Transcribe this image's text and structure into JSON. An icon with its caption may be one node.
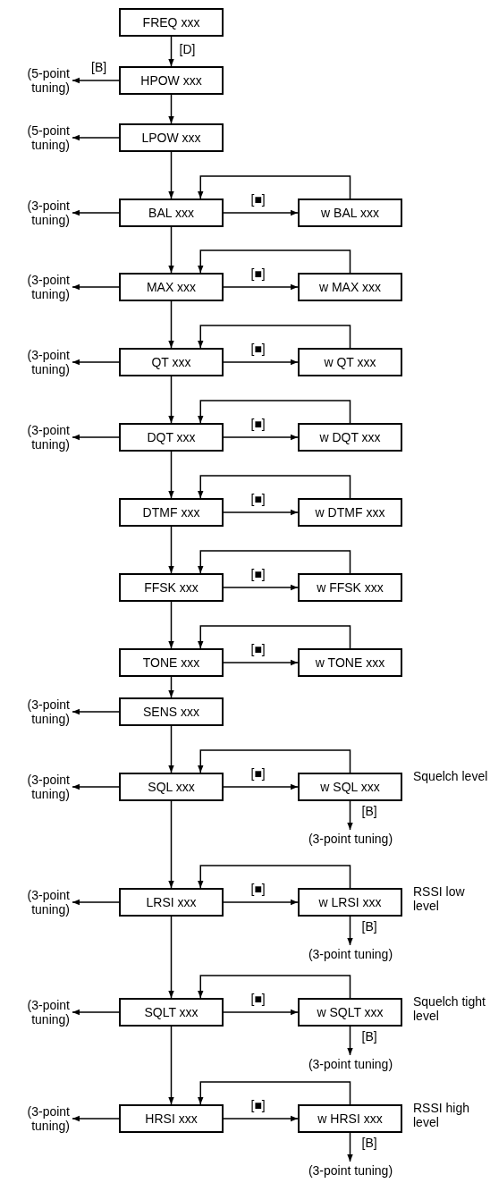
{
  "diagram": {
    "nodes": [
      {
        "text": [
          "FREQ xxx"
        ]
      },
      {
        "text": [
          "(5-point tuning)"
        ]
      },
      {
        "text": [
          "HPOW xxx"
        ]
      },
      {
        "text": [
          "(5-point tuning)"
        ]
      },
      {
        "text": [
          "LPOW xxx"
        ]
      },
      {
        "text": [
          "(3-point tuning)"
        ]
      },
      {
        "text": [
          "BAL xxx"
        ]
      },
      {
        "text": [
          "w BAL xxx"
        ]
      },
      {
        "text": [
          "(3-point tuning)"
        ]
      },
      {
        "text": [
          "MAX xxx"
        ]
      },
      {
        "text": [
          "w MAX xxx"
        ]
      },
      {
        "text": [
          "(3-point tuning)"
        ]
      },
      {
        "text": [
          "QT xxx"
        ]
      },
      {
        "text": [
          "w QT xxx"
        ]
      },
      {
        "text": [
          "(3-point tuning)"
        ]
      },
      {
        "text": [
          "DQT xxx"
        ]
      },
      {
        "text": [
          "w DQT xxx"
        ]
      },
      {
        "text": [
          "DTMF xxx"
        ]
      },
      {
        "text": [
          "w DTMF xxx"
        ]
      },
      {
        "text": [
          "FFSK xxx"
        ]
      },
      {
        "text": [
          "w FFSK xxx"
        ]
      },
      {
        "text": [
          "TONE xxx"
        ]
      },
      {
        "text": [
          "w TONE xxx"
        ]
      },
      {
        "text": [
          "(3-point tuning)"
        ]
      },
      {
        "text": [
          "SENS xxx"
        ]
      },
      {
        "text": [
          "(3-point tuning)"
        ]
      },
      {
        "text": [
          "SQL xxx"
        ]
      },
      {
        "text": [
          "w SQL xxx"
        ],
        "beside": [
          "Squelch level"
        ]
      },
      {
        "text": [
          "(3-point tuning)"
        ]
      },
      {
        "text": [
          "(3-point tuning)"
        ]
      },
      {
        "text": [
          "LRSI xxx"
        ]
      },
      {
        "text": [
          "w LRSI xxx"
        ],
        "beside": [
          "RSSI low level"
        ]
      },
      {
        "text": [
          "(3-point tuning)"
        ]
      },
      {
        "text": [
          "(3-point tuning)"
        ]
      },
      {
        "text": [
          "SQLT xxx"
        ]
      },
      {
        "text": [
          "w SQLT xxx"
        ],
        "beside": [
          "Squelch tight level"
        ]
      },
      {
        "text": [
          "(3-point tuning)"
        ]
      },
      {
        "text": [
          "(3-point tuning)"
        ]
      },
      {
        "text": [
          "HRSI xxx"
        ]
      },
      {
        "text": [
          "w HRSI xxx"
        ],
        "beside": [
          "RSSI high level"
        ]
      },
      {
        "text": [
          "(3-point tuning)"
        ]
      }
    ],
    "edges": [
      {
        "from": 0,
        "to": 2,
        "arrow": "to",
        "label": "[D]"
      },
      {
        "from": 2,
        "to": 1,
        "arrow": "to",
        "label": "[B]"
      },
      {
        "from": 2,
        "to": 4,
        "arrow": "to"
      },
      {
        "from": 4,
        "to": 3,
        "arrow": "to"
      },
      {
        "from": 4,
        "to": 6,
        "arrow": "to"
      },
      {
        "from": 6,
        "to": 5,
        "arrow": "to"
      },
      {
        "from": 6,
        "to": 7,
        "arrow": "to",
        "label": "[■]"
      },
      {
        "from": 7,
        "to": 6,
        "arrow": "to"
      },
      {
        "from": 6,
        "to": 9,
        "arrow": "to"
      },
      {
        "from": 9,
        "to": 8,
        "arrow": "to"
      },
      {
        "from": 9,
        "to": 10,
        "arrow": "to",
        "label": "[■]"
      },
      {
        "from": 10,
        "to": 9,
        "arrow": "to"
      },
      {
        "from": 9,
        "to": 12,
        "arrow": "to"
      },
      {
        "from": 12,
        "to": 11,
        "arrow": "to"
      },
      {
        "from": 12,
        "to": 13,
        "arrow": "to",
        "label": "[■]"
      },
      {
        "from": 13,
        "to": 12,
        "arrow": "to"
      },
      {
        "from": 12,
        "to": 15,
        "arrow": "to"
      },
      {
        "from": 15,
        "to": 14,
        "arrow": "to"
      },
      {
        "from": 15,
        "to": 16,
        "arrow": "to",
        "label": "[■]"
      },
      {
        "from": 16,
        "to": 15,
        "arrow": "to"
      },
      {
        "from": 15,
        "to": 17,
        "arrow": "to"
      },
      {
        "from": 17,
        "to": 18,
        "arrow": "to",
        "label": "[■]"
      },
      {
        "from": 18,
        "to": 17,
        "arrow": "to"
      },
      {
        "from": 17,
        "to": 19,
        "arrow": "to"
      },
      {
        "from": 19,
        "to": 20,
        "arrow": "to",
        "label": "[■]"
      },
      {
        "from": 20,
        "to": 19,
        "arrow": "to"
      },
      {
        "from": 19,
        "to": 21,
        "arrow": "to"
      },
      {
        "from": 21,
        "to": 22,
        "arrow": "to",
        "label": "[■]"
      },
      {
        "from": 22,
        "to": 21,
        "arrow": "to"
      },
      {
        "from": 21,
        "to": 24,
        "arrow": "to"
      },
      {
        "from": 24,
        "to": 23,
        "arrow": "to"
      },
      {
        "from": 24,
        "to": 26,
        "arrow": "to"
      },
      {
        "from": 26,
        "to": 25,
        "arrow": "to"
      },
      {
        "from": 26,
        "to": 27,
        "arrow": "to",
        "label": "[■]"
      },
      {
        "from": 27,
        "to": 26,
        "arrow": "to"
      },
      {
        "from": 27,
        "to": 28,
        "arrow": "to",
        "label": "[B]"
      },
      {
        "from": 26,
        "to": 30,
        "arrow": "to"
      },
      {
        "from": 30,
        "to": 29,
        "arrow": "to"
      },
      {
        "from": 30,
        "to": 31,
        "arrow": "to",
        "label": "[■]"
      },
      {
        "from": 31,
        "to": 30,
        "arrow": "to"
      },
      {
        "from": 31,
        "to": 32,
        "arrow": "to",
        "label": "[B]"
      },
      {
        "from": 30,
        "to": 34,
        "arrow": "to"
      },
      {
        "from": 34,
        "to": 33,
        "arrow": "to"
      },
      {
        "from": 34,
        "to": 35,
        "arrow": "to",
        "label": "[■]"
      },
      {
        "from": 35,
        "to": 34,
        "arrow": "to"
      },
      {
        "from": 35,
        "to": 36,
        "arrow": "to",
        "label": "[B]"
      },
      {
        "from": 34,
        "to": 38,
        "arrow": "to"
      },
      {
        "from": 38,
        "to": 37,
        "arrow": "to"
      },
      {
        "from": 38,
        "to": 39,
        "arrow": "to",
        "label": "[■]"
      },
      {
        "from": 39,
        "to": 38,
        "arrow": "to"
      },
      {
        "from": 39,
        "to": 40,
        "arrow": "to",
        "label": "[B]"
      }
    ]
  }
}
